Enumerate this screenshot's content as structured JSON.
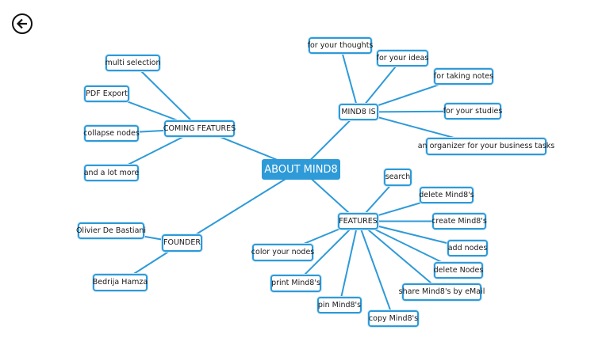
{
  "navigation": {
    "back_icon": "arrow-left-circle-icon"
  },
  "colors": {
    "accent": "#2e9ad8",
    "node_border": "#2e9ad8",
    "root_text": "#ffffff",
    "text": "#1a1a1a",
    "background": "#ffffff"
  },
  "mindmap": {
    "root": "ABOUT MIND8",
    "coming_features": {
      "label": "COMING FEATURES",
      "children": [
        "multi selection",
        "PDF Export",
        "collapse nodes",
        "and a lot more"
      ]
    },
    "mind8_is": {
      "label": "MIND8 IS",
      "children": [
        "for your thoughts",
        "for your ideas",
        "for taking notes",
        "for your studies",
        "an organizer for your business tasks"
      ]
    },
    "founder": {
      "label": "FOUNDER",
      "children": [
        "Olivier De Bastiani",
        "Bedrija Hamza"
      ]
    },
    "features": {
      "label": "FEATURES",
      "children": [
        "search",
        "delete Mind8's",
        "create Mind8's",
        "add nodes",
        "delete Nodes",
        "share Mind8's by eMail",
        "copy Mind8's",
        "pin Mind8's",
        "print Mind8's",
        "color your nodes"
      ]
    }
  }
}
